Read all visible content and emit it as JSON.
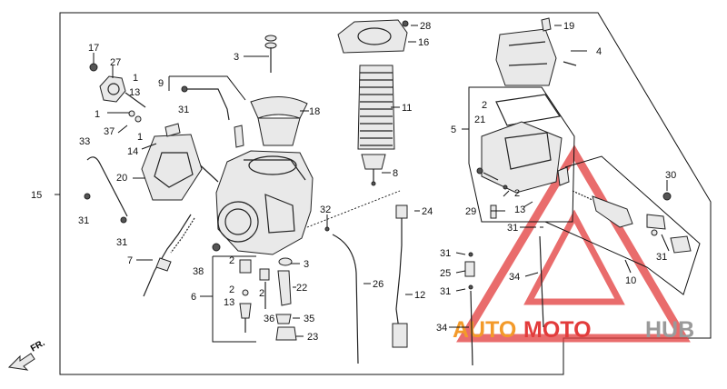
{
  "colors": {
    "ink": "#111111",
    "watermark_red": "#e23b3b",
    "watermark_orange": "#f39a2a",
    "watermark_gray": "#9a9a9a"
  },
  "watermark": {
    "auto": "AUTO",
    "moto": "MOTO",
    "hub": "HUB"
  },
  "direction_label": "FR.",
  "labels": {
    "n1a": "1",
    "n1b": "1",
    "n1c": "1",
    "n2a": "2",
    "n2b": "2",
    "n2c": "2",
    "n2d": "2",
    "n3a": "3",
    "n3b": "3",
    "n4": "4",
    "n5": "5",
    "n6": "6",
    "n7": "7",
    "n8": "8",
    "n9": "9",
    "n10": "10",
    "n11": "11",
    "n12": "12",
    "n13a": "13",
    "n13b": "13",
    "n13c": "13",
    "n14": "14",
    "n15": "15",
    "n16": "16",
    "n17": "17",
    "n18": "18",
    "n19": "19",
    "n20": "20",
    "n21": "21",
    "n22": "22",
    "n23": "23",
    "n24": "24",
    "n25": "25",
    "n26": "26",
    "n27": "27",
    "n28": "28",
    "n29": "29",
    "n30": "30",
    "n31a": "31",
    "n31b": "31",
    "n31c": "31",
    "n31d": "31",
    "n31e": "31",
    "n31f": "31",
    "n31g": "31",
    "n32": "32",
    "n33": "33",
    "n34a": "34",
    "n34b": "34",
    "n35": "35",
    "n36": "36",
    "n37": "37",
    "n38": "38"
  }
}
